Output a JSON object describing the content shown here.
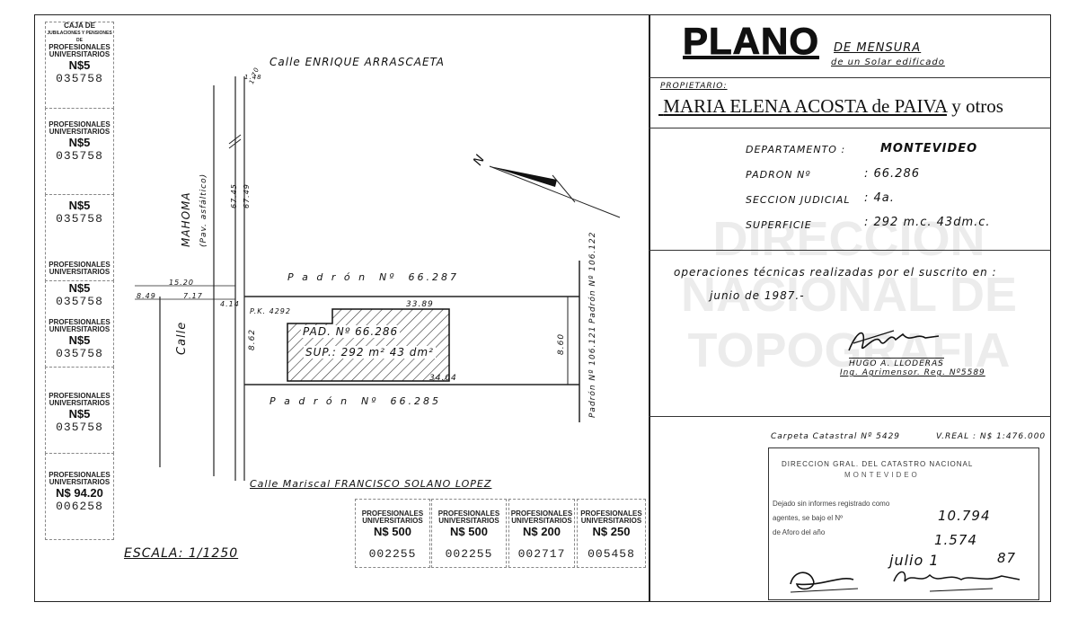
{
  "title_block": {
    "title": "PLANO",
    "subtitle": "DE MENSURA",
    "subtitle2": "de un Solar edificado",
    "owner_label": "PROPIETARIO:",
    "owner_name": "MARIA ELENA ACOSTA de PAIVA",
    "owner_suffix": "y otros"
  },
  "details": {
    "departamento_label": "DEPARTAMENTO :",
    "departamento_value": "MONTEVIDEO",
    "padron_label": "PADRON Nº",
    "padron_value": ": 66.286",
    "seccion_label": "SECCION JUDICIAL",
    "seccion_value": ": 4a.",
    "superficie_label": "SUPERFICIE",
    "superficie_value": ": 292 m.c. 43dm.c."
  },
  "operations": {
    "line1": "operaciones técnicas realizadas por el suscrito en :",
    "line2": "junio de 1987.-",
    "signer_name": "HUGO A. LLODERAS",
    "signer_title": "Ing. Agrimensor. Reg. Nº5589"
  },
  "cadastral": {
    "carpeta": "Carpeta Catastral Nº 5429",
    "vreal": "V.REAL : N$ 1:476.000"
  },
  "registry": {
    "header1": "DIRECCION GRAL. DEL CATASTRO NACIONAL",
    "header2": "MONTEVIDEO",
    "line1": "Dejado sin           informes     registrado como",
    "line2": "agentes, se              bajo el Nº",
    "number1": "10.794",
    "line3": "de Aforo del año",
    "number2": "1.574",
    "date": "julio 1",
    "year": "87"
  },
  "plan": {
    "street_top": "Calle ENRIQUE ARRASCAETA",
    "street_bottom": "Calle Mariscal FRANCISCO SOLANO LOPEZ",
    "street_left": "Calle",
    "street_left_name": "MAHOMA",
    "street_left_note": "(Pav. asfáltico)",
    "padron_top": "P a d r ó n  Nº  66.287",
    "padron_bottom": "P a d r ó n  Nº  66.285",
    "padron_right1": "Padrón Nº 106.122",
    "padron_right2": "Padrón Nº 106.121",
    "lot_padron": "PAD. Nº 66.286",
    "lot_sup": "SUP.: 292 m² 43 dm²",
    "dim_top": "33.89",
    "dim_bottom": "34.04",
    "dim_left": "8.62",
    "dim_right": "8.60",
    "dim_1520": "15.20",
    "dim_717": "7.17",
    "dim_849": "8.49",
    "dim_414": "4.14",
    "dim_6745": "67.45",
    "dim_6749": "67.49",
    "dim_148": "1.48",
    "dim_tiny": "1.70",
    "pk_label": "P.K. 4292",
    "north": "N",
    "scale": "ESCALA: 1/1250"
  },
  "stamps": {
    "caja": "CAJA DE",
    "jubilaciones": "JUBILACIONES Y PENSIONES DE",
    "profesionales": "PROFESIONALES",
    "universitarios": "UNIVERSITARIOS",
    "ns5": "N$5",
    "n1": "035758",
    "n2": "035758",
    "n3": "035758",
    "n4": "035758",
    "n5": "035758",
    "n6": "035758",
    "ns9420": "N$ 94.20",
    "n7": "006258",
    "ns500a": "N$ 500",
    "ns500b": "N$ 500",
    "ns200": "N$ 200",
    "ns250": "N$ 250",
    "n8": "002255",
    "n9": "002255",
    "n10": "002717",
    "n11": "005458"
  },
  "watermark": {
    "line1": "DIRECCION",
    "line2": "NACIONAL DE",
    "line3": "TOPOGRAFIA"
  }
}
